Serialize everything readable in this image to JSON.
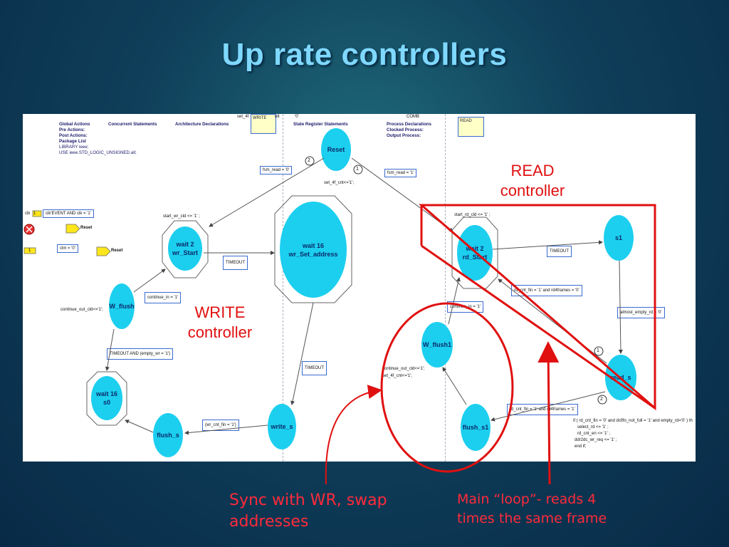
{
  "slide": {
    "title": "Up rate controllers"
  },
  "diagram": {
    "header": {
      "col1": [
        "Global Actions",
        "Pre Actions:",
        "Post Actions:",
        "",
        "Package List",
        "LIBRARY ieee;",
        "USE ieee.STD_LOGIC_UNSIGNED.all;"
      ],
      "concurrent": "Concurrent Statements",
      "architecture": "Architecture Declarations",
      "state_register": "State Register Statements",
      "process": [
        "Process Declarations",
        "Clocked Process:",
        "Output Process:"
      ],
      "write_tag": "WRITE",
      "read_tag": "READ",
      "top_set": "set_4f",
      "top_o": "'0'",
      "top_comb": "COMB",
      "top_ot": "ott"
    },
    "left_signals": {
      "clk_label": "clk",
      "clk_cond": "clk'EVENT AND clk = '1'",
      "reset1": "Reset",
      "clm_cond": "clm = '0'",
      "reset2": "Reset",
      "flag1": "1",
      "flag2": "1"
    },
    "states": {
      "reset": "Reset",
      "wait2_wr_a": "wait 2",
      "wait2_wr_b": "wr_Start",
      "wait16_a": "wait 16",
      "wait16_b": "wr_Set_address",
      "w_flush": "W_flush",
      "wait16_s0_a": "wait 16",
      "wait16_s0_b": "s0",
      "flush_s": "flush_s",
      "write_s": "write_s",
      "wait2_rd_a": "wait 2",
      "wait2_rd_b": "rd_Start",
      "s1": "s1",
      "read_s": "read_s",
      "w_flush1": "W_flush1",
      "flush_s1": "flush_s1"
    },
    "labels": {
      "fsm_read0": "fsm_read = '0'",
      "fsm_read1": "fsm_read = '1'",
      "set_4f": "set_4f_cnt<='1';",
      "start_wr": "start_wr_cld <= '1' ;",
      "timeout1": "TIMEOUT",
      "continue_in1": "continue_in = '1'",
      "continue_out1": "continue_out_cld<='1';",
      "timeout_empty": "TIMEOUT AND (empty_wr = '1')",
      "timeout2": "TIMEOUT",
      "wr_cnt_fin": "(wr_cnt_fin = '1')",
      "start_rd": "start_rd_cld <= '1' ;",
      "timeout3": "TIMEOUT",
      "rd_cnt_fin1": "rd_cnt_fin = '1' and rd4frames = '0'",
      "continue_in2": "continue_in = '1'",
      "almost_empty": "almost_empty_rd = '0'",
      "continue_out2": "continue_out_cld<='1';",
      "set_4f_2": "set_4f_cnt<='1';",
      "rd_cnt_fin2": "rd_cnt_fin = '1' and rd4frames = '1'",
      "code1": "if ( rd_cnt_fin = '0' and dcfifo_not_full = '1' and empty_rd='0' ) th",
      "code2": "select_rd <= '1' ;",
      "code3": "rd_cnt_en  <=  '1' ;",
      "code4": "ddr2dc_wr_req <= '1' ;",
      "code5": "end if;",
      "num2a": "2",
      "num1a": "1",
      "num1b": "1",
      "num2b": "2"
    }
  },
  "annotations": {
    "read_controller": [
      "READ",
      "controller"
    ],
    "write_controller": [
      "WRITE",
      "controller"
    ],
    "sync_note": [
      "Sync with WR, swap",
      "addresses"
    ],
    "loop_note": [
      "Main “loop”- reads 4",
      "times the same frame"
    ]
  },
  "colors": {
    "state_fill": "#1ccfef",
    "annotation_red": "#e01010",
    "note_pink": "#ff2a3a",
    "title": "#7fd8ff"
  }
}
